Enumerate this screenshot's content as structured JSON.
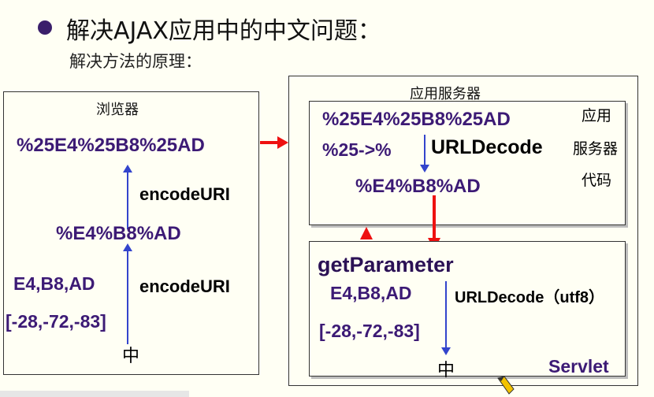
{
  "heading": {
    "title": "解决AJAX应用中的中文问题：",
    "subtitle": "解决方法的原理："
  },
  "browser": {
    "label": "浏览器",
    "encoded_top": "%25E4%25B8%25AD",
    "encode_fn_top": "encodeURI",
    "encoded_mid": "%E4%B8%AD",
    "bytes_hex": "E4,B8,AD",
    "encode_fn_bottom": "encodeURI",
    "bytes_dec": "[-28,-72,-83]",
    "char": "中"
  },
  "server": {
    "label": "应用服务器",
    "code_box": {
      "line1": "%25E4%25B8%25AD",
      "line2": "%25->%",
      "decode_fn": "URLDecode",
      "line3": "%E4%B8%AD",
      "side_label_1": "应用",
      "side_label_2": "服务器",
      "side_label_3": "代码"
    },
    "servlet_box": {
      "method": "getParameter",
      "bytes_hex": "E4,B8,AD",
      "decode_fn": "URLDecode（utf8）",
      "bytes_dec": "[-28,-72,-83]",
      "char": "中",
      "name": "Servlet"
    }
  },
  "colors": {
    "purple": "#3c1a75",
    "arrow_blue": "#3344cc",
    "arrow_red": "#ee1111",
    "background": "#fffff4"
  }
}
